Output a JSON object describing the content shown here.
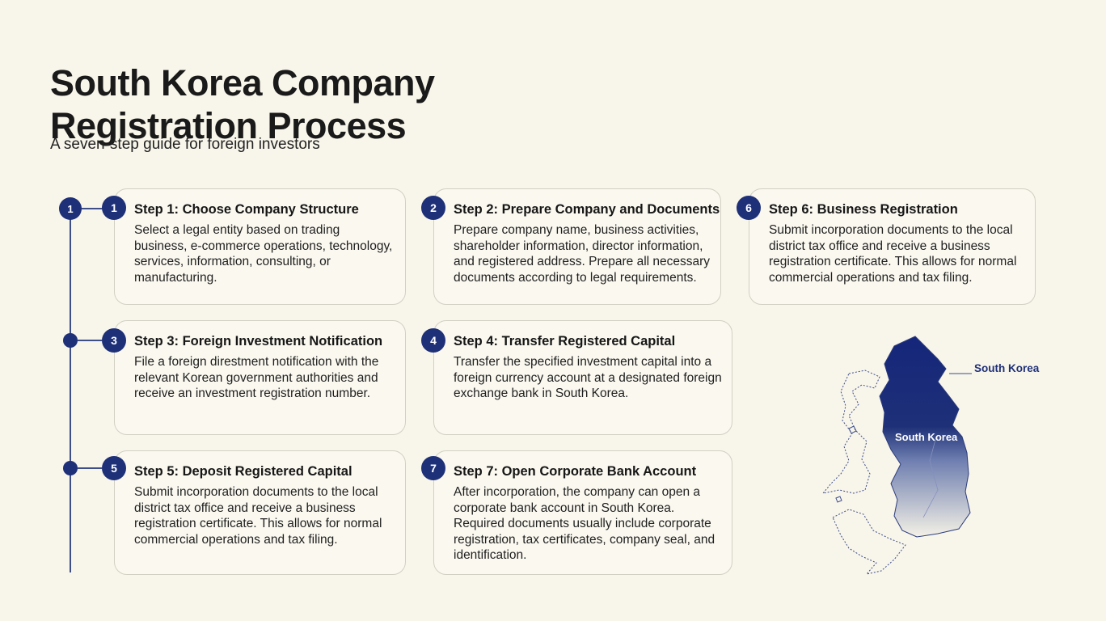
{
  "header": {
    "title": "South Korea Company Registration Process",
    "subtitle": "A seven-step guide for foreign investors"
  },
  "timeline": {
    "nodes": [
      "1"
    ]
  },
  "steps": [
    {
      "number": "1",
      "title": "Step 1: Choose Company Structure",
      "body": "Select a legal entity based on trading business, e-commerce operations, technology, services, information, consulting, or manufacturing."
    },
    {
      "number": "2",
      "title": "Step 2: Prepare Company and Documents",
      "body": "Prepare company name, business activities, shareholder information, director information, and registered address. Prepare all necessary documents according to legal requirements."
    },
    {
      "number": "6",
      "title": "Step 6: Business Registration",
      "body": "Submit incorporation documents to the local district tax office and receive a business registration certificate. This allows for normal commercial operations and tax filing."
    },
    {
      "number": "3",
      "title": "Step 3: Foreign Investment Notification",
      "body": "File a foreign direstment notification with the relevant Korean government authorities and receive an investment registration number."
    },
    {
      "number": "4",
      "title": "Step 4: Transfer Registered Capital",
      "body": "Transfer the specified investment capital into a foreign currency account at a designated foreign exchange bank in South Korea."
    },
    {
      "number": "5",
      "title": "Step 5: Deposit Registered Capital",
      "body": "Submit incorporation documents to the local district tax office and receive a business registration certificate. This allows for normal commercial operations and tax filing."
    },
    {
      "number": "7",
      "title": "Step 7: Open Corporate Bank Account",
      "body": "After incorporation, the company can open a corporate bank account in South Korea. Required documents usually include corporate registration, tax certificates, company seal, and identification."
    }
  ],
  "map": {
    "callout_label": "South Korea",
    "region_label": "South Korea",
    "fill_color": "#1e3078"
  },
  "colors": {
    "accent": "#1e3078",
    "background": "#f8f5ea",
    "card_border": "#d2d0c4"
  }
}
